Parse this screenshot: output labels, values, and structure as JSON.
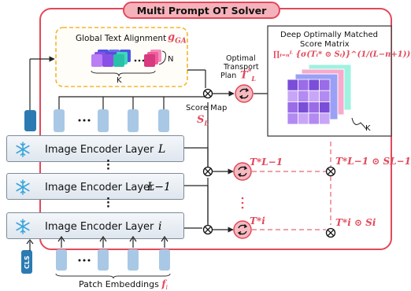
{
  "title": "Multi Prompt OT Solver",
  "global_alignment": {
    "label": "Global Text Alignment",
    "symbol": "g",
    "symbol_sub": "GA",
    "dim_n": "N",
    "dim_k": "K"
  },
  "ot": {
    "label_line1": "Optimal",
    "label_line2": "Transport",
    "label_line3": "Plan",
    "symbol": "T",
    "sup": "*",
    "sub": "L"
  },
  "score_map": {
    "label": "Score Map",
    "symbol": "S",
    "sub": "L"
  },
  "matrix": {
    "title_line1": "Deep Optimally Matched",
    "title_line2": "Score Matrix",
    "formula": "∏ᵢ₌ₙᴸ {σ(Tᵢ* ⊙ Sᵢ)}^(1/(L−n+1))",
    "dim_k": "K"
  },
  "encoders": [
    {
      "label": "Image Encoder Layer",
      "symbol": "L"
    },
    {
      "label": "Image Encoder Layer",
      "symbol": "L−1"
    },
    {
      "label": "Image Encoder Layer",
      "symbol": "i"
    }
  ],
  "plans": {
    "l_minus_1": "T*L−1",
    "i": "T*i"
  },
  "products": {
    "l_minus_1": "T*L−1 ⊙ SL−1",
    "i": "T*i ⊙ Si"
  },
  "cls": "CLS",
  "patch": {
    "label": "Patch Embeddings",
    "symbol": "f",
    "sub": "i"
  },
  "colors": {
    "frame": "#e2485a",
    "dashed": "#f0a0a8",
    "token": "#a9c8e6",
    "token_dark": "#2b7bb2",
    "snow": "#3aa5dd",
    "alignment_border": "#f5b52e",
    "text_purple": "#8a4fe6",
    "text_blue": "#4d57e0",
    "text_teal": "#29c0a8",
    "text_pink": "#f15c9a"
  }
}
